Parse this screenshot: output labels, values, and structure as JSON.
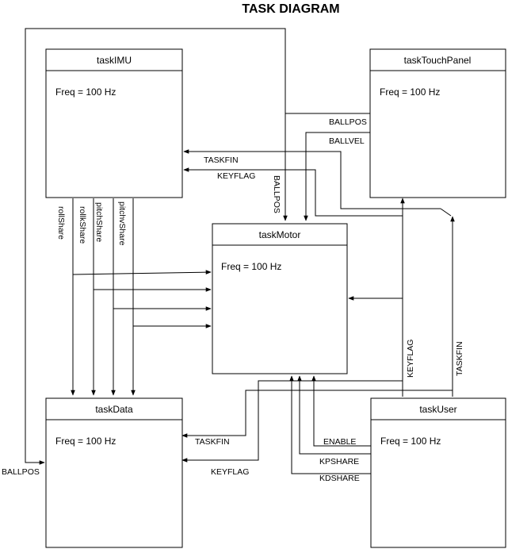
{
  "diagram": {
    "title": "TASK DIAGRAM",
    "tasks": {
      "imu": {
        "title": "taskIMU",
        "freq": "Freq = 100 Hz"
      },
      "touch": {
        "title": "taskTouchPanel",
        "freq": "Freq = 100 Hz"
      },
      "motor": {
        "title": "taskMotor",
        "freq": "Freq = 100 Hz"
      },
      "data": {
        "title": "taskData",
        "freq": "Freq = 100 Hz"
      },
      "user": {
        "title": "taskUser",
        "freq": "Freq = 100 Hz"
      }
    },
    "labels": {
      "ballpos_touch": "BALLPOS",
      "ballvel": "BALLVEL",
      "taskfin_imu": "TASKFIN",
      "keyflag_imu": "KEYFLAG",
      "ballpos_motor": "BALLPOS",
      "rollshare": "rollShare",
      "rollkshare": "rollkShare",
      "pitchshare": "pitchShare",
      "pitchvshare": "pitchvShare",
      "keyflag_user": "KEYFLAG",
      "taskfin_user": "TASKFIN",
      "taskfin_data": "TASKFIN",
      "keyflag_data": "KEYFLAG",
      "enable": "ENABLE",
      "kpshare": "KPSHARE",
      "kdshare": "KDSHARE",
      "ballpos_data": "BALLPOS"
    }
  }
}
